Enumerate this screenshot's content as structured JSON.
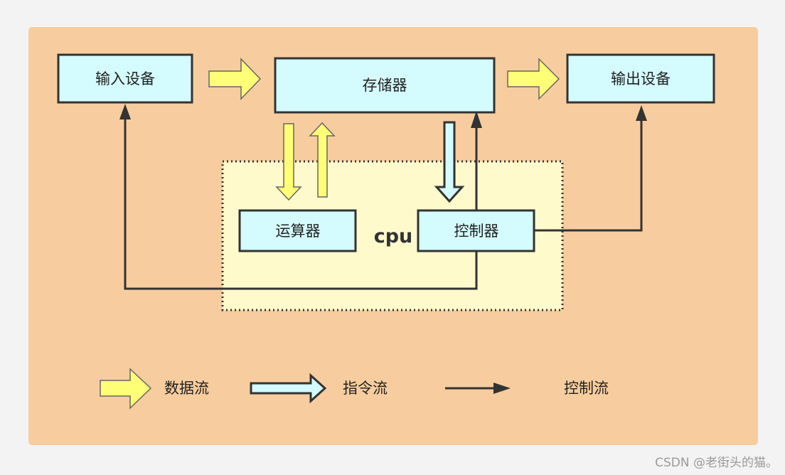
{
  "diagram": {
    "colors": {
      "panel": "#f7cd9f",
      "box_fill": "#d4fbfd",
      "box_border": "#333333",
      "cpu_region": "#fffacc",
      "data_arrow": "#ffff77",
      "instruction_arrow": "#d4fbfd",
      "control_line": "#333333",
      "page_bg": "#f3f3f3",
      "watermark": "#9a9a9a"
    },
    "nodes": {
      "input_device": "输入设备",
      "memory": "存储器",
      "output_device": "输出设备",
      "alu": "运算器",
      "controller": "控制器"
    },
    "cpu_label": "cpu",
    "legend": {
      "data_flow": "数据流",
      "instruction_flow": "指令流",
      "control_flow": "控制流"
    },
    "watermark": "CSDN @老街头的猫。"
  }
}
